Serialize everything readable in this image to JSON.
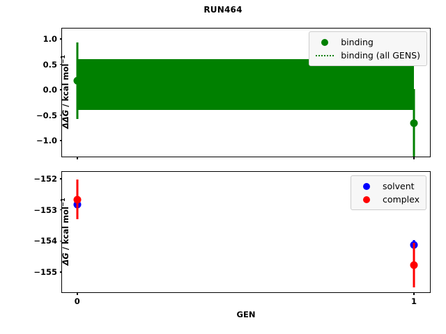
{
  "title": "RUN464",
  "colors": {
    "binding": "#008000",
    "solvent": "#0000ff",
    "complex": "#ff0000",
    "axis": "#000000",
    "background": "#ffffff",
    "legend_face": "#f7f7f7"
  },
  "top_panel": {
    "ylabel_prefix": "ΔΔG",
    "ylabel_suffix": " / kcal mol",
    "ylabel_exponent": "−1",
    "yticks": [
      "1.0",
      "0.5",
      "0.0",
      "−0.5",
      "−1.0"
    ],
    "legend": {
      "binding_label": "binding",
      "all_gens_label": "binding (all GENS)"
    }
  },
  "bottom_panel": {
    "ylabel_prefix": "ΔG",
    "ylabel_suffix": " / kcal mol",
    "ylabel_exponent": "−1",
    "yticks": [
      "−152",
      "−153",
      "−154",
      "−155"
    ],
    "xlabel": "GEN",
    "xticks": [
      "0",
      "1"
    ],
    "legend": {
      "solvent_label": "solvent",
      "complex_label": "complex"
    }
  },
  "chart_data": [
    {
      "type": "scatter",
      "panel": "top",
      "title": "RUN464",
      "xlabel": "",
      "ylabel": "ΔΔG / kcal mol⁻¹",
      "xlim": [
        -0.045,
        1.045
      ],
      "ylim": [
        -1.295,
        1.205
      ],
      "yticks": [
        1.0,
        0.5,
        0.0,
        -0.5,
        -1.0
      ],
      "xticks": [
        0,
        1
      ],
      "grid": false,
      "legend_position": "upper right",
      "series": [
        {
          "name": "binding",
          "color": "#008000",
          "marker": "o",
          "x": [
            0,
            1
          ],
          "y": [
            0.18,
            -0.65
          ],
          "yerr": [
            0.75,
            0.66
          ]
        },
        {
          "name": "binding (all GENS)",
          "color": "#008000",
          "linestyle": "dotted",
          "type": "hband",
          "value": 0.105,
          "lower": -0.39,
          "upper": 0.6
        }
      ]
    },
    {
      "type": "scatter",
      "panel": "bottom",
      "xlabel": "GEN",
      "ylabel": "ΔG / kcal mol⁻¹",
      "xlim": [
        -0.045,
        1.045
      ],
      "ylim": [
        -155.62,
        -151.78
      ],
      "yticks": [
        -152,
        -153,
        -154,
        -155
      ],
      "xticks": [
        0,
        1
      ],
      "xticklabels": [
        "0",
        "1"
      ],
      "grid": false,
      "legend_position": "upper right",
      "series": [
        {
          "name": "solvent",
          "color": "#0000ff",
          "marker": "o",
          "x": [
            0,
            1
          ],
          "y": [
            -152.83,
            -154.12
          ],
          "yerr": [
            0.28,
            0.14
          ]
        },
        {
          "name": "complex",
          "color": "#ff0000",
          "marker": "o",
          "x": [
            0,
            1
          ],
          "y": [
            -152.67,
            -154.78
          ],
          "yerr": [
            0.64,
            0.72
          ]
        }
      ]
    }
  ]
}
